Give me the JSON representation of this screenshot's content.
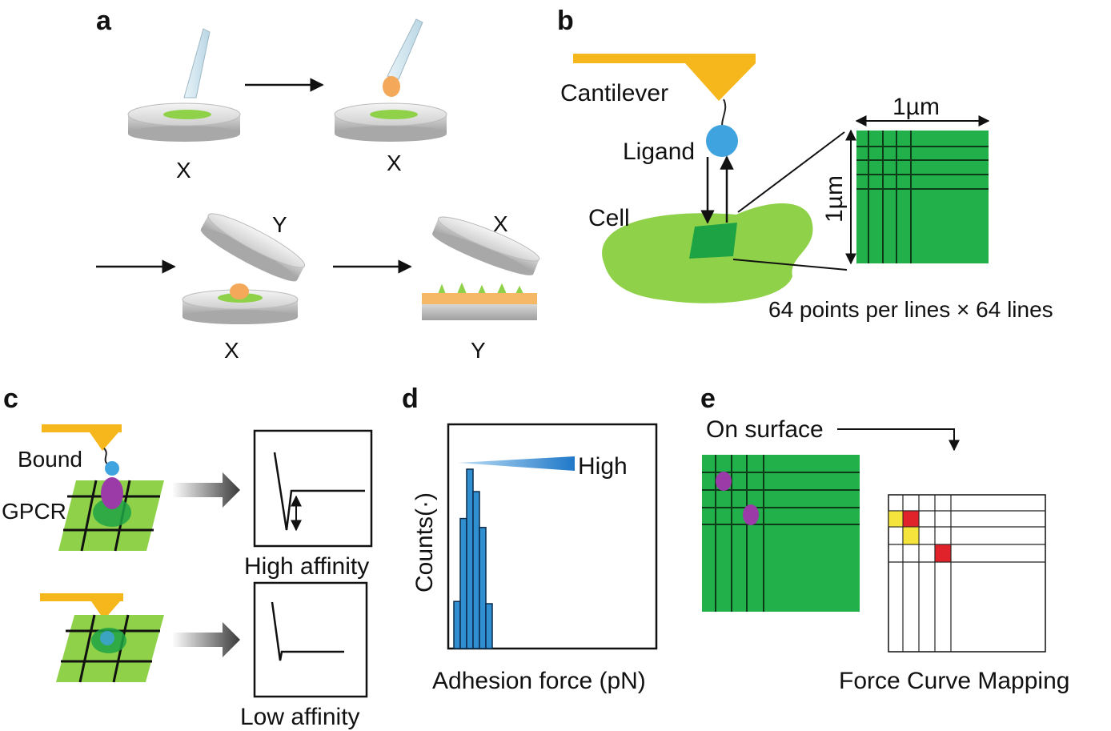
{
  "panels": {
    "a": {
      "letter": "a",
      "labels": {
        "x1": "X",
        "x2": "X",
        "y1": "Y",
        "x3": "X",
        "x4": "X",
        "y2": "Y"
      }
    },
    "b": {
      "letter": "b",
      "cantilever": "Cantilever",
      "ligand": "Ligand",
      "cell": "Cell",
      "scale_h": "1µm",
      "scale_v": "1µm",
      "caption": "64 points per lines × 64 lines"
    },
    "c": {
      "letter": "c",
      "bound": "Bound",
      "gpcr": "GPCR",
      "high_affinity": "High affinity",
      "low_affinity": "Low affinity"
    },
    "d": {
      "letter": "d",
      "high": "High",
      "ylabel": "Counts(·)",
      "xlabel": "Adhesion force (pN)"
    },
    "e": {
      "letter": "e",
      "on_surface": "On surface",
      "caption": "Force Curve Mapping"
    }
  },
  "colors": {
    "cantilever": "#f6b71c",
    "ligand": "#3fa3df",
    "cell": "#8fd24a",
    "grid_green": "#22b04b",
    "gpcr": "#9b3ba8",
    "drop": "#f3a85a",
    "highlight_red": "#e0232a",
    "highlight_yellow": "#f5e43c",
    "bar_blue": "#2f8fd0"
  },
  "chart_data": {
    "type": "bar",
    "title": "",
    "xlabel": "Adhesion force (pN)",
    "ylabel": "Counts(·)",
    "values": [
      0.21,
      0.58,
      0.8,
      0.7,
      0.54,
      0.2
    ],
    "ylim": [
      0,
      1
    ]
  }
}
